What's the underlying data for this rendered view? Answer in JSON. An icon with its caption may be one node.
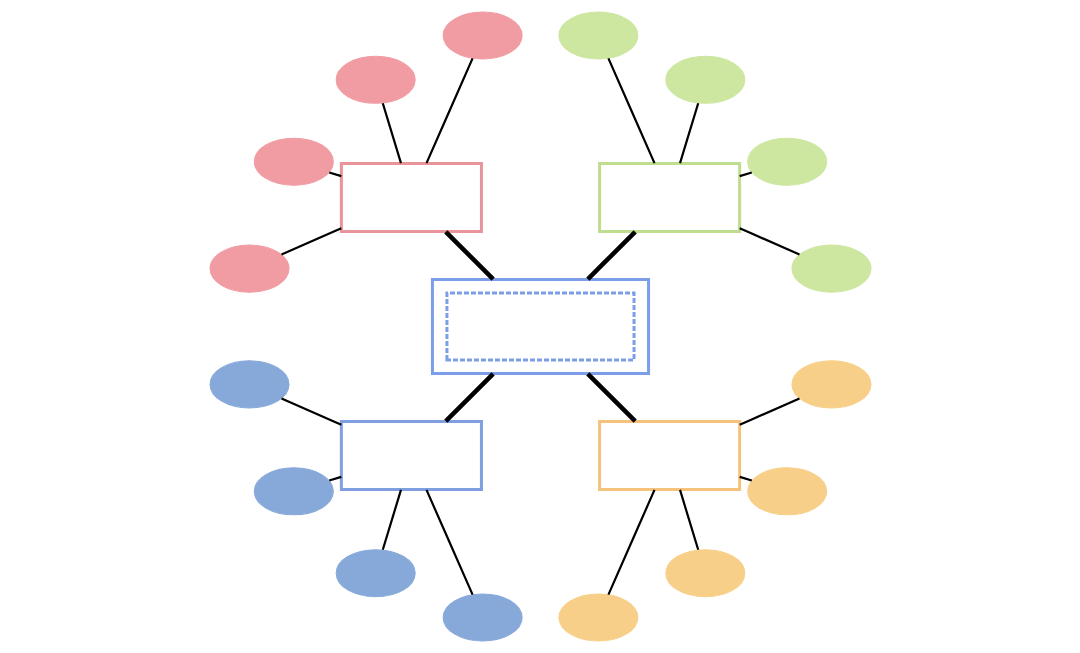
{
  "diagram": {
    "nodes": [
      {
        "text": [],
        "shape": "box"
      },
      {
        "text": [],
        "shape": "box"
      },
      {
        "text": [],
        "shape": "ellipse"
      },
      {
        "text": [],
        "shape": "ellipse"
      },
      {
        "text": [],
        "shape": "ellipse"
      },
      {
        "text": [],
        "shape": "ellipse"
      },
      {
        "text": [],
        "shape": "box"
      },
      {
        "text": [],
        "shape": "ellipse"
      },
      {
        "text": [],
        "shape": "ellipse"
      },
      {
        "text": [],
        "shape": "ellipse"
      },
      {
        "text": [],
        "shape": "ellipse"
      },
      {
        "text": [],
        "shape": "box"
      },
      {
        "text": [],
        "shape": "ellipse"
      },
      {
        "text": [],
        "shape": "ellipse"
      },
      {
        "text": [],
        "shape": "ellipse"
      },
      {
        "text": [],
        "shape": "ellipse"
      },
      {
        "text": [],
        "shape": "box"
      },
      {
        "text": [],
        "shape": "ellipse"
      },
      {
        "text": [],
        "shape": "ellipse"
      },
      {
        "text": [],
        "shape": "ellipse"
      },
      {
        "text": [],
        "shape": "ellipse"
      }
    ],
    "edges": [
      {
        "from": 0,
        "to": 1,
        "arrow": "none",
        "style": "thick"
      },
      {
        "from": 0,
        "to": 6,
        "arrow": "none",
        "style": "thick"
      },
      {
        "from": 0,
        "to": 16,
        "arrow": "none",
        "style": "thick"
      },
      {
        "from": 0,
        "to": 11,
        "arrow": "none",
        "style": "thick"
      },
      {
        "from": 1,
        "to": 2,
        "arrow": "none"
      },
      {
        "from": 1,
        "to": 3,
        "arrow": "none"
      },
      {
        "from": 1,
        "to": 4,
        "arrow": "none"
      },
      {
        "from": 1,
        "to": 5,
        "arrow": "none"
      },
      {
        "from": 6,
        "to": 7,
        "arrow": "none"
      },
      {
        "from": 6,
        "to": 8,
        "arrow": "none"
      },
      {
        "from": 6,
        "to": 9,
        "arrow": "none"
      },
      {
        "from": 6,
        "to": 10,
        "arrow": "none"
      },
      {
        "from": 16,
        "to": 17,
        "arrow": "none"
      },
      {
        "from": 16,
        "to": 18,
        "arrow": "none"
      },
      {
        "from": 16,
        "to": 19,
        "arrow": "none"
      },
      {
        "from": 16,
        "to": 20,
        "arrow": "none"
      },
      {
        "from": 11,
        "to": 12,
        "arrow": "none"
      },
      {
        "from": 11,
        "to": 13,
        "arrow": "none"
      },
      {
        "from": 11,
        "to": 14,
        "arrow": "none"
      },
      {
        "from": 11,
        "to": 15,
        "arrow": "none"
      }
    ]
  }
}
